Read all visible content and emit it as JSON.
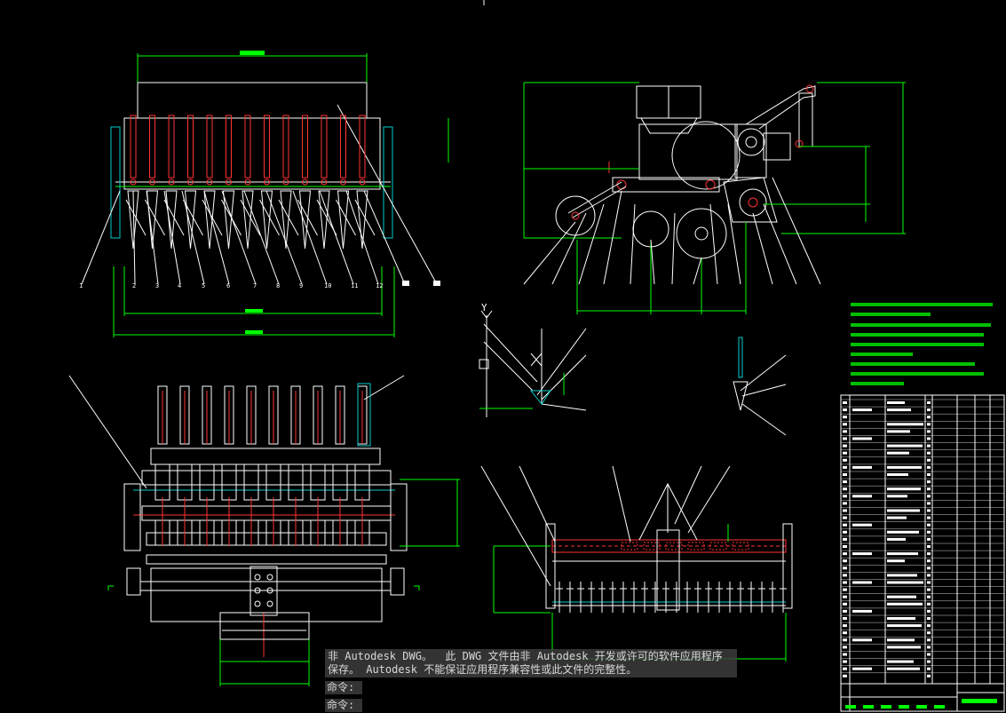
{
  "app": {
    "name": "Autodesk CAD viewer"
  },
  "colors": {
    "background": "#000000",
    "red": "#ff3030",
    "green": "#00ff00",
    "white": "#ffffff",
    "cyan": "#00d0d0",
    "hatch": "#ff4040"
  },
  "command_panel": {
    "warning_line1": "非 Autodesk DWG。  此 DWG 文件由非 Autodesk 开发或许可的软件应用程序",
    "warning_line2": "保存。 Autodesk 不能保证应用程序兼容性或此文件的完整性。",
    "prompt1": "命令:",
    "prompt2": "命令:"
  },
  "drawing": {
    "front_view_labels": [
      "1",
      "2",
      "3",
      "4",
      "5",
      "6",
      "7",
      "8",
      "9",
      "10",
      "11",
      "12"
    ],
    "axis_label": "Y"
  }
}
